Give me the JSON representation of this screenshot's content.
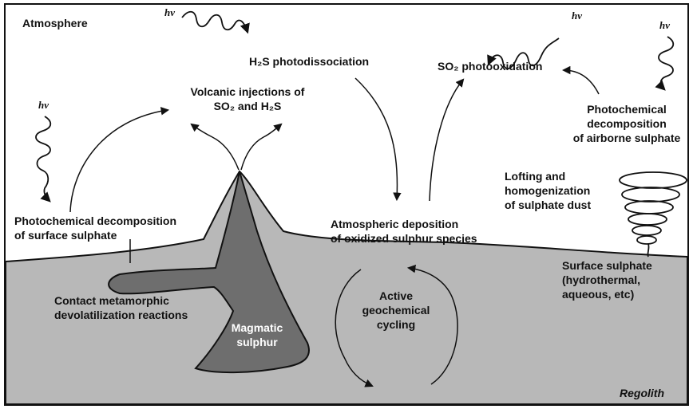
{
  "labels": {
    "atmosphere": "Atmosphere",
    "regolith": "Regolith",
    "h2s_photodissociation": "H₂S photodissociation",
    "so2_photooxidation": "SO₂ photooxidation",
    "volcanic_injections_line1": "Volcanic injections of",
    "volcanic_injections_line2": "SO₂ and H₂S",
    "photochem_airborne_line1": "Photochemical",
    "photochem_airborne_line2": "decomposition",
    "photochem_airborne_line3": "of airborne sulphate",
    "lofting_line1": "Lofting and",
    "lofting_line2": "homogenization",
    "lofting_line3": "of sulphate dust",
    "photochem_surface_line1": "Photochemical decomposition",
    "photochem_surface_line2": "of surface sulphate",
    "atm_deposition_line1": "Atmospheric deposition",
    "atm_deposition_line2": "of oxidized sulphur species",
    "surface_sulphate_line1": "Surface sulphate",
    "surface_sulphate_line2": "(hydrothermal,",
    "surface_sulphate_line3": "aqueous, etc)",
    "contact_line1": "Contact metamorphic",
    "contact_line2": "devolatilization reactions",
    "active_line1": "Active",
    "active_line2": "geochemical",
    "active_line3": "cycling",
    "magmatic_line1": "Magmatic",
    "magmatic_line2": "sulphur",
    "hv": "hv"
  },
  "colors": {
    "regolith_fill": "#b8b8b8",
    "magma_fill": "#6e6e6e",
    "outline": "#111111",
    "sky": "#ffffff"
  }
}
